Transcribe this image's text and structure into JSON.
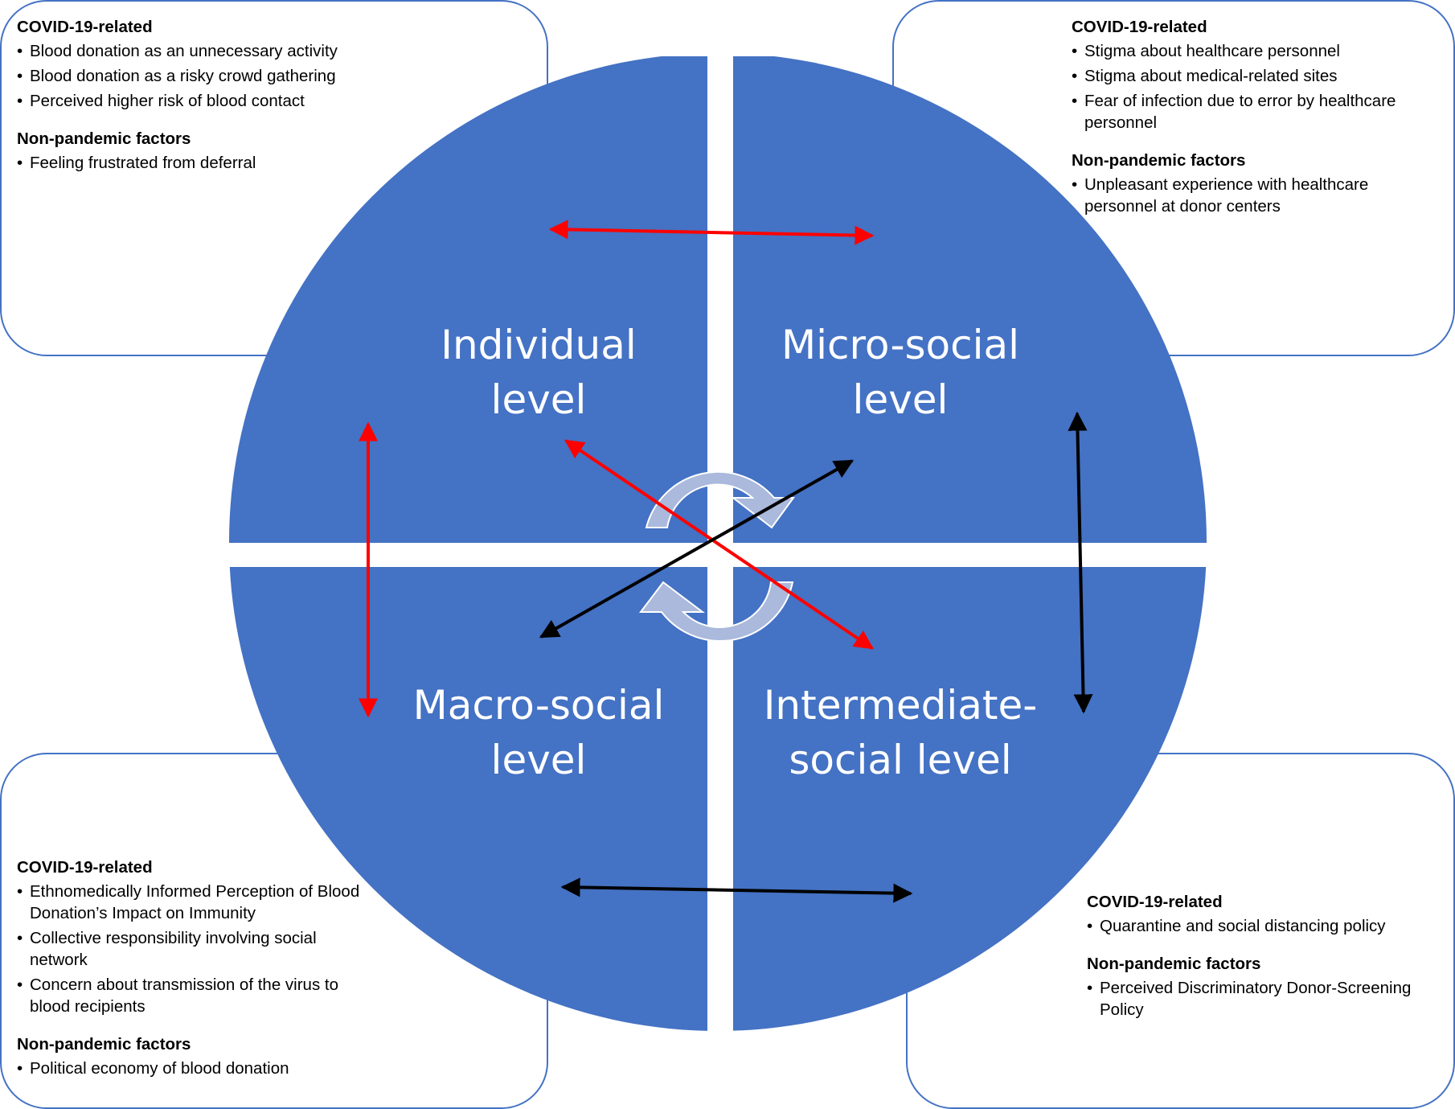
{
  "colors": {
    "quadrant_fill": "#4472c4",
    "card_border": "#4472c4",
    "cycle_arrow_fill": "#aab9dc",
    "red_arrow": "#ff0000",
    "black_arrow": "#000000"
  },
  "quadrants": {
    "individual": {
      "line1": "Individual",
      "line2": "level"
    },
    "micro_social": {
      "line1": "Micro-social",
      "line2": "level"
    },
    "macro_social": {
      "line1": "Macro-social",
      "line2": "level"
    },
    "intermediate_social": {
      "line1": "Intermediate-",
      "line2": "social level"
    }
  },
  "cards": {
    "individual": {
      "covid_heading": "COVID-19-related",
      "covid_items": [
        "Blood donation as an unnecessary activity",
        "Blood donation as a risky crowd gathering",
        "Perceived higher risk of blood contact"
      ],
      "non_pandemic_heading": "Non-pandemic factors",
      "non_pandemic_items": [
        "Feeling frustrated from deferral"
      ]
    },
    "micro_social": {
      "covid_heading": "COVID-19-related",
      "covid_items": [
        "Stigma about healthcare personnel",
        "Stigma about medical-related sites",
        "Fear of infection due to error by healthcare personnel"
      ],
      "non_pandemic_heading": "Non-pandemic factors",
      "non_pandemic_items": [
        "Unpleasant experience with healthcare personnel at donor centers"
      ]
    },
    "macro_social": {
      "covid_heading": "COVID-19-related",
      "covid_items": [
        "Ethnomedically Informed Perception of Blood Donation’s Impact on Immunity",
        "Collective responsibility involving social network",
        "Concern about transmission of the virus to blood recipients"
      ],
      "non_pandemic_heading": "Non-pandemic factors",
      "non_pandemic_items": [
        "Political economy of blood donation"
      ]
    },
    "intermediate_social": {
      "covid_heading": "COVID-19-related",
      "covid_items": [
        "Quarantine and social distancing policy"
      ],
      "non_pandemic_heading": "Non-pandemic factors",
      "non_pandemic_items": [
        "Perceived Discriminatory Donor-Screening Policy"
      ]
    }
  },
  "arrows": [
    {
      "from": "individual",
      "to": "micro_social",
      "color": "red"
    },
    {
      "from": "individual",
      "to": "macro_social",
      "color": "red"
    },
    {
      "from": "individual",
      "to": "intermediate_social",
      "color": "red"
    },
    {
      "from": "macro_social",
      "to": "micro_social",
      "color": "black"
    },
    {
      "from": "micro_social",
      "to": "intermediate_social",
      "color": "black"
    },
    {
      "from": "macro_social",
      "to": "intermediate_social",
      "color": "black"
    }
  ]
}
